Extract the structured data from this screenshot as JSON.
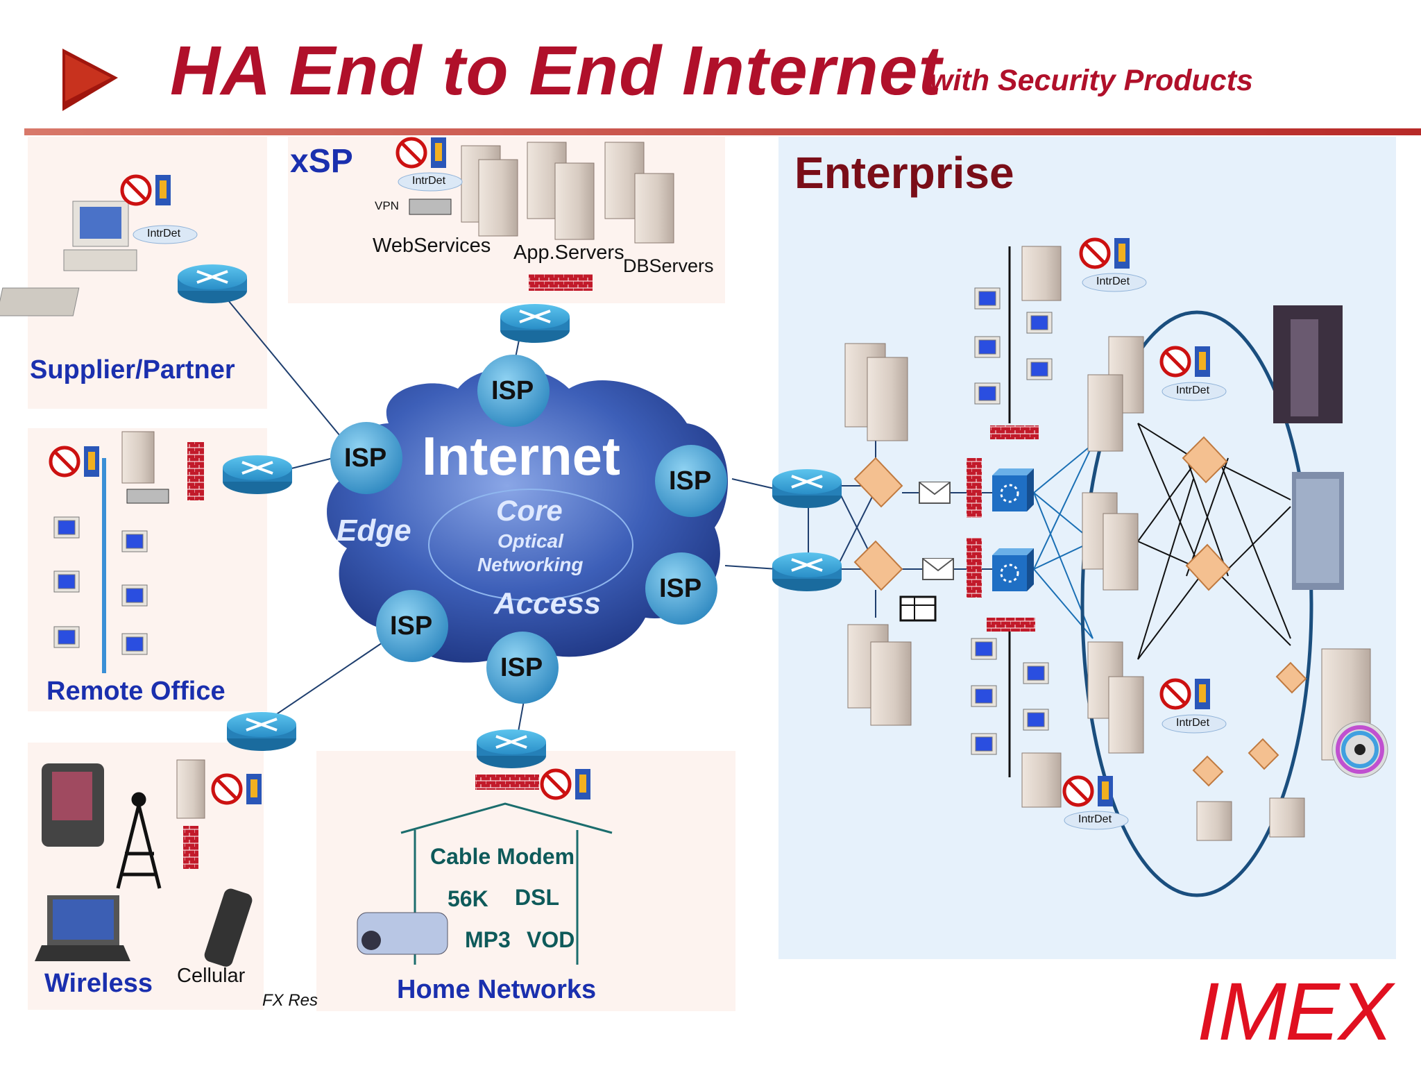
{
  "header": {
    "title": "HA End to End Internet",
    "subtitle": "with Security Products"
  },
  "regions": {
    "supplier": "Supplier/Partner",
    "xsp": "xSP",
    "enterprise": "Enterprise",
    "remote_office": "Remote Office",
    "wireless": "Wireless",
    "cellular": "Cellular",
    "home_networks": "Home Networks",
    "fx_fragment": "FX Res"
  },
  "xsp_labels": {
    "web": "WebServices",
    "app": "App.Servers",
    "db": "DBServers",
    "vpn": "VPN"
  },
  "badge": "IntrDet",
  "cloud": {
    "internet": "Internet",
    "core": "Core",
    "optical": "Optical",
    "networking": "Networking",
    "edge": "Edge",
    "access": "Access",
    "isp": "ISP"
  },
  "home": {
    "cable": "Cable Modem",
    "k56": "56K",
    "dsl": "DSL",
    "mp3": "MP3",
    "vod": "VOD"
  },
  "brand": "IMEX",
  "colors": {
    "title_red": "#b0102a",
    "label_blue": "#1a2fae",
    "enterprise_bg": "#e6f1fb",
    "panel_bg": "#fdf3ef",
    "cloud": "#2f4fa6",
    "isp_node": "#4aa6d6"
  }
}
